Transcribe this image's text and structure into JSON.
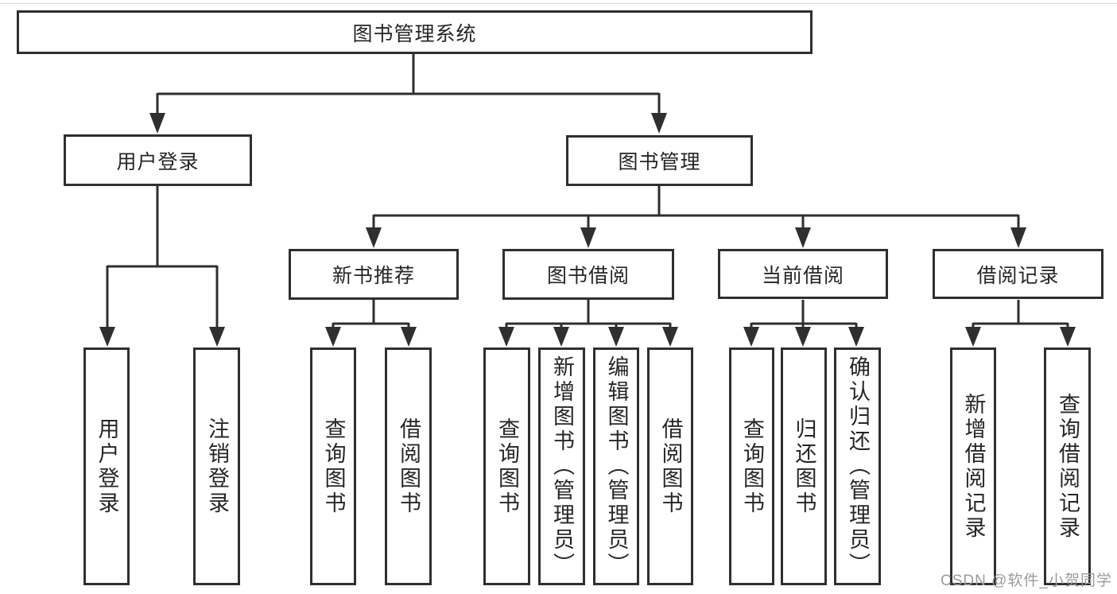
{
  "diagram_title": "图书管理系统",
  "nodes": {
    "root": "图书管理系统",
    "user_login": "用户登录",
    "book_mgmt": "图书管理",
    "user_login_leaf": "用户登录",
    "logout_leaf": "注销登录",
    "new_book_rec": "新书推荐",
    "book_borrow": "图书借阅",
    "current_borrow": "当前借阅",
    "borrow_record": "借阅记录",
    "nbr_query_books": "查询图书",
    "nbr_borrow_books": "借阅图书",
    "bb_query_books": "查询图书",
    "bb_add_books": "新增图书（管理员）",
    "bb_edit_books": "编辑图书（管理员）",
    "bb_borrow_books": "借阅图书",
    "cb_query_books": "查询图书",
    "cb_return_books": "归还图书",
    "cb_confirm_return": "确认归还（管理员）",
    "br_add_record": "新增借阅记录",
    "br_query_record": "查询借阅记录"
  },
  "watermark": "CSDN @软件_小贺同学",
  "colors": {
    "line": "#2f2f2f",
    "text": "#262626",
    "box_background": "#ffffff",
    "watermark": "#9c9c9c",
    "page_background": "#ffffff"
  }
}
